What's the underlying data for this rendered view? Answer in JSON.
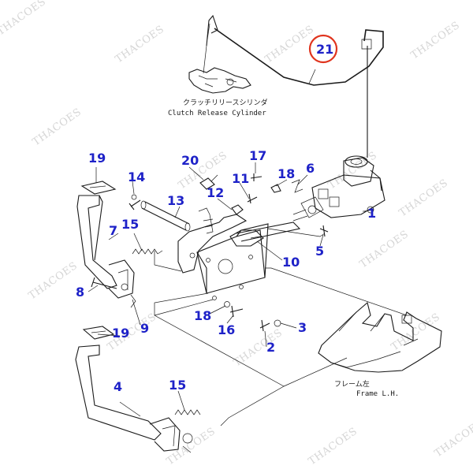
{
  "watermark": "THACOES",
  "labels": {
    "clutch_jp": "クラッチリリースシリンダ",
    "clutch_en": "Clutch Release Cylinder",
    "frame_jp": "フレーム左",
    "frame_en": "Frame L.H."
  },
  "parts": {
    "p1": "1",
    "p2": "2",
    "p3": "3",
    "p4": "4",
    "p5": "5",
    "p6": "6",
    "p7": "7",
    "p8": "8",
    "p9": "9",
    "p10": "10",
    "p11": "11",
    "p12": "12",
    "p13": "13",
    "p14": "14",
    "p15a": "15",
    "p15b": "15",
    "p16": "16",
    "p17": "17",
    "p18a": "18",
    "p18b": "18",
    "p19a": "19",
    "p19b": "19",
    "p20": "20",
    "p21": "21"
  },
  "colors": {
    "callout": "#1e22c8",
    "highlight": "#e0341e",
    "line": "#1a1a1a",
    "watermark": "#c9c9c9"
  }
}
